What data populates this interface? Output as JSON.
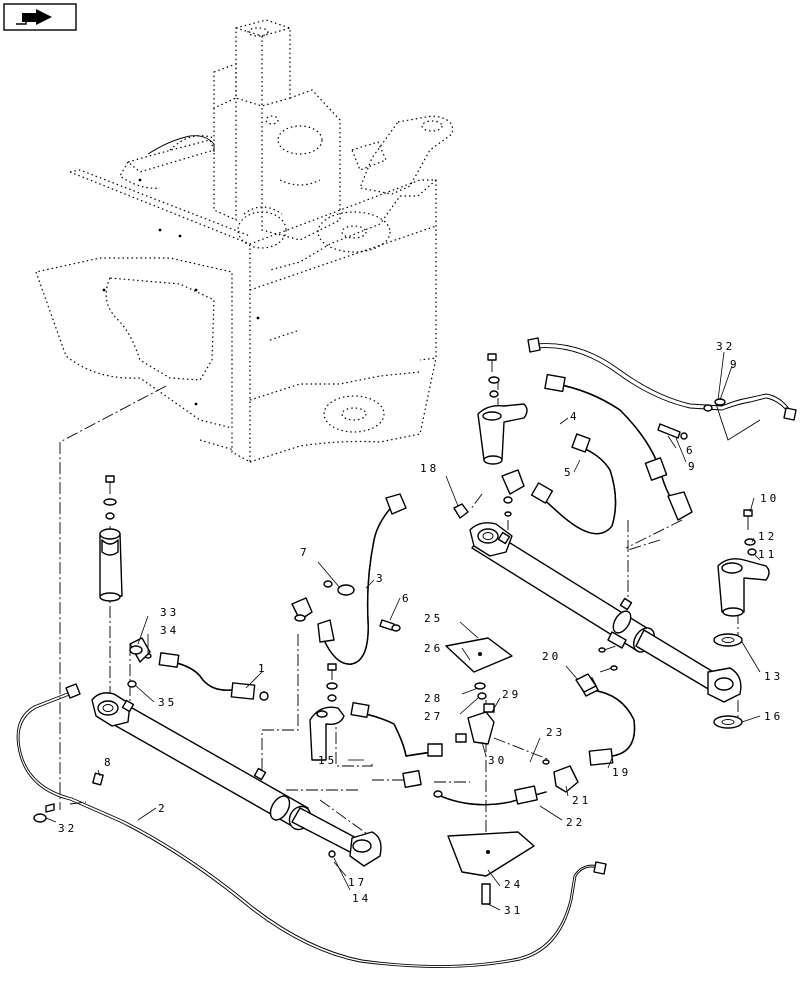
{
  "nav_icon": "page-arrow-icon",
  "callouts": [
    "1",
    "2",
    "3",
    "4",
    "5",
    "6",
    "6",
    "7",
    "8",
    "9",
    "9",
    "10",
    "11",
    "12",
    "13",
    "14",
    "15",
    "16",
    "17",
    "18",
    "19",
    "20",
    "21",
    "22",
    "23",
    "24",
    "25",
    "26",
    "27",
    "28",
    "29",
    "30",
    "31",
    "32",
    "32",
    "33",
    "34",
    "35"
  ]
}
